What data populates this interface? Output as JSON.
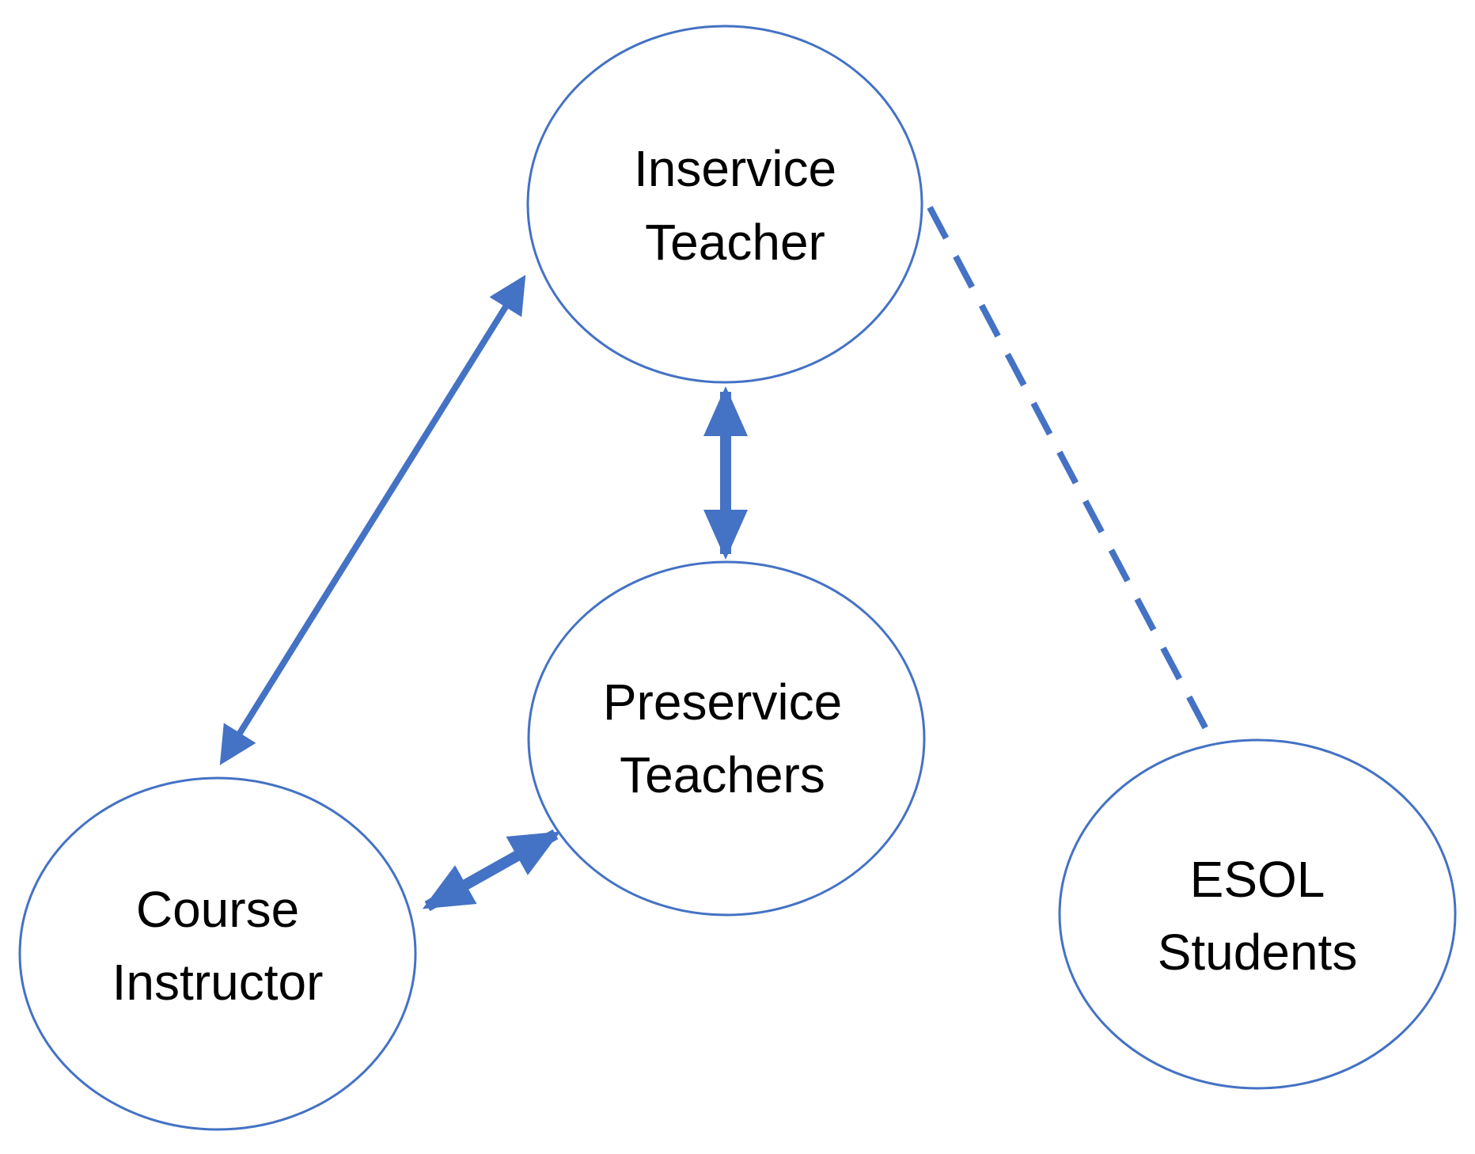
{
  "colors": {
    "accent": "#4472c4",
    "node_fill": "#ffffff",
    "text": "#000000"
  },
  "nodes": {
    "inservice": {
      "line1": "Inservice",
      "line2": "Teacher"
    },
    "preservice": {
      "line1": "Preservice",
      "line2": "Teachers"
    },
    "course": {
      "line1": "Course",
      "line2": "Instructor"
    },
    "esol": {
      "line1": "ESOL",
      "line2": "Students"
    }
  },
  "edges": [
    {
      "from": "course",
      "to": "inservice",
      "style": "solid",
      "direction": "both"
    },
    {
      "from": "inservice",
      "to": "preservice",
      "style": "solid",
      "direction": "both"
    },
    {
      "from": "course",
      "to": "preservice",
      "style": "solid",
      "direction": "both"
    },
    {
      "from": "inservice",
      "to": "esol",
      "style": "dashed",
      "direction": "none"
    }
  ]
}
